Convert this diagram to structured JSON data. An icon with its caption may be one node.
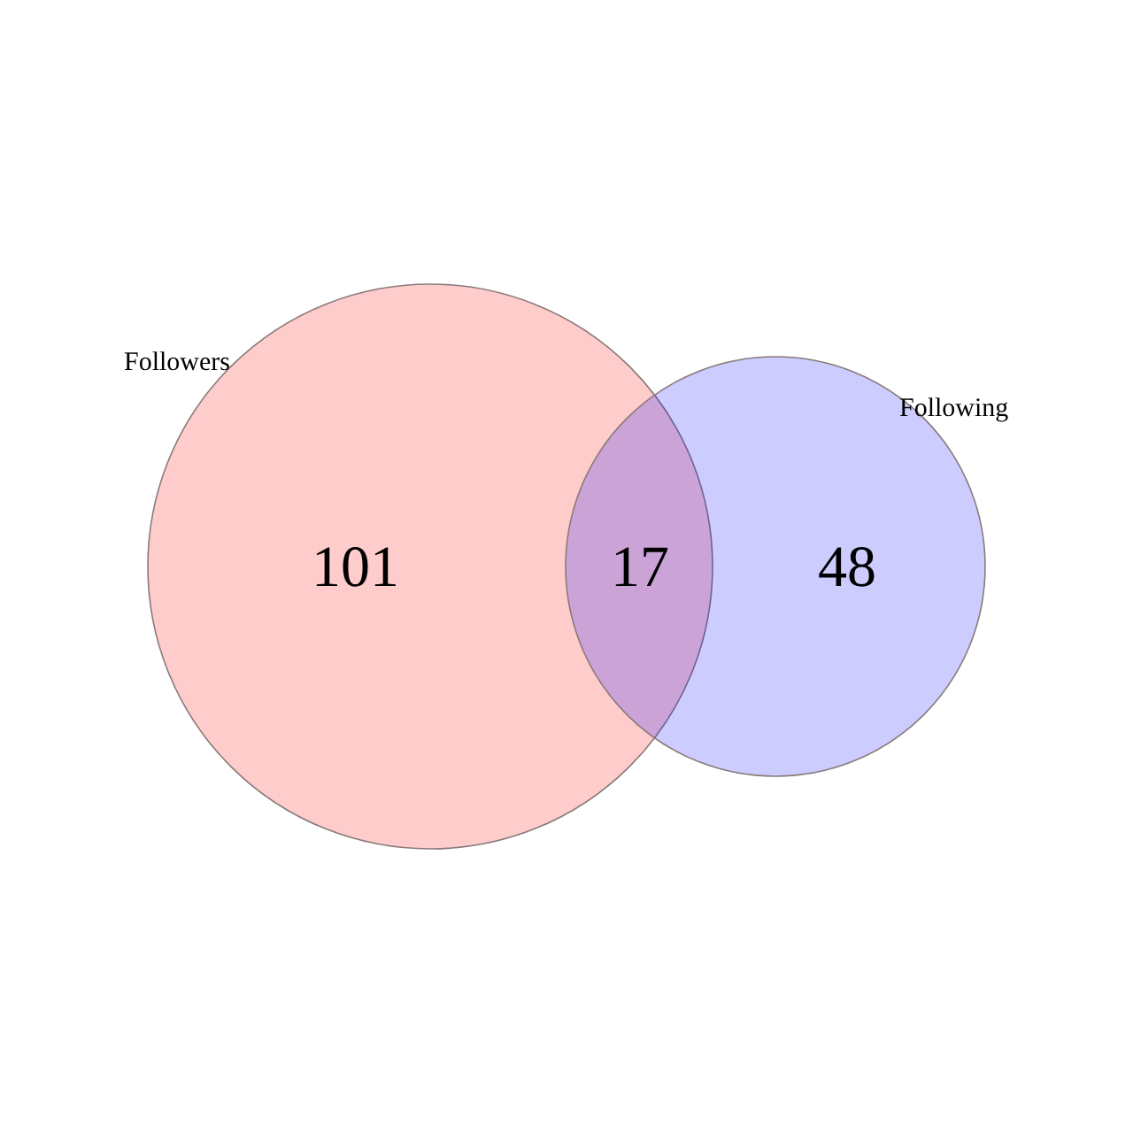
{
  "diagram": {
    "nodes": [
      {
        "text": [
          "Followers",
          "101"
        ]
      },
      {
        "text": [
          "Following",
          "48"
        ]
      }
    ],
    "labels": [
      "17"
    ]
  }
}
